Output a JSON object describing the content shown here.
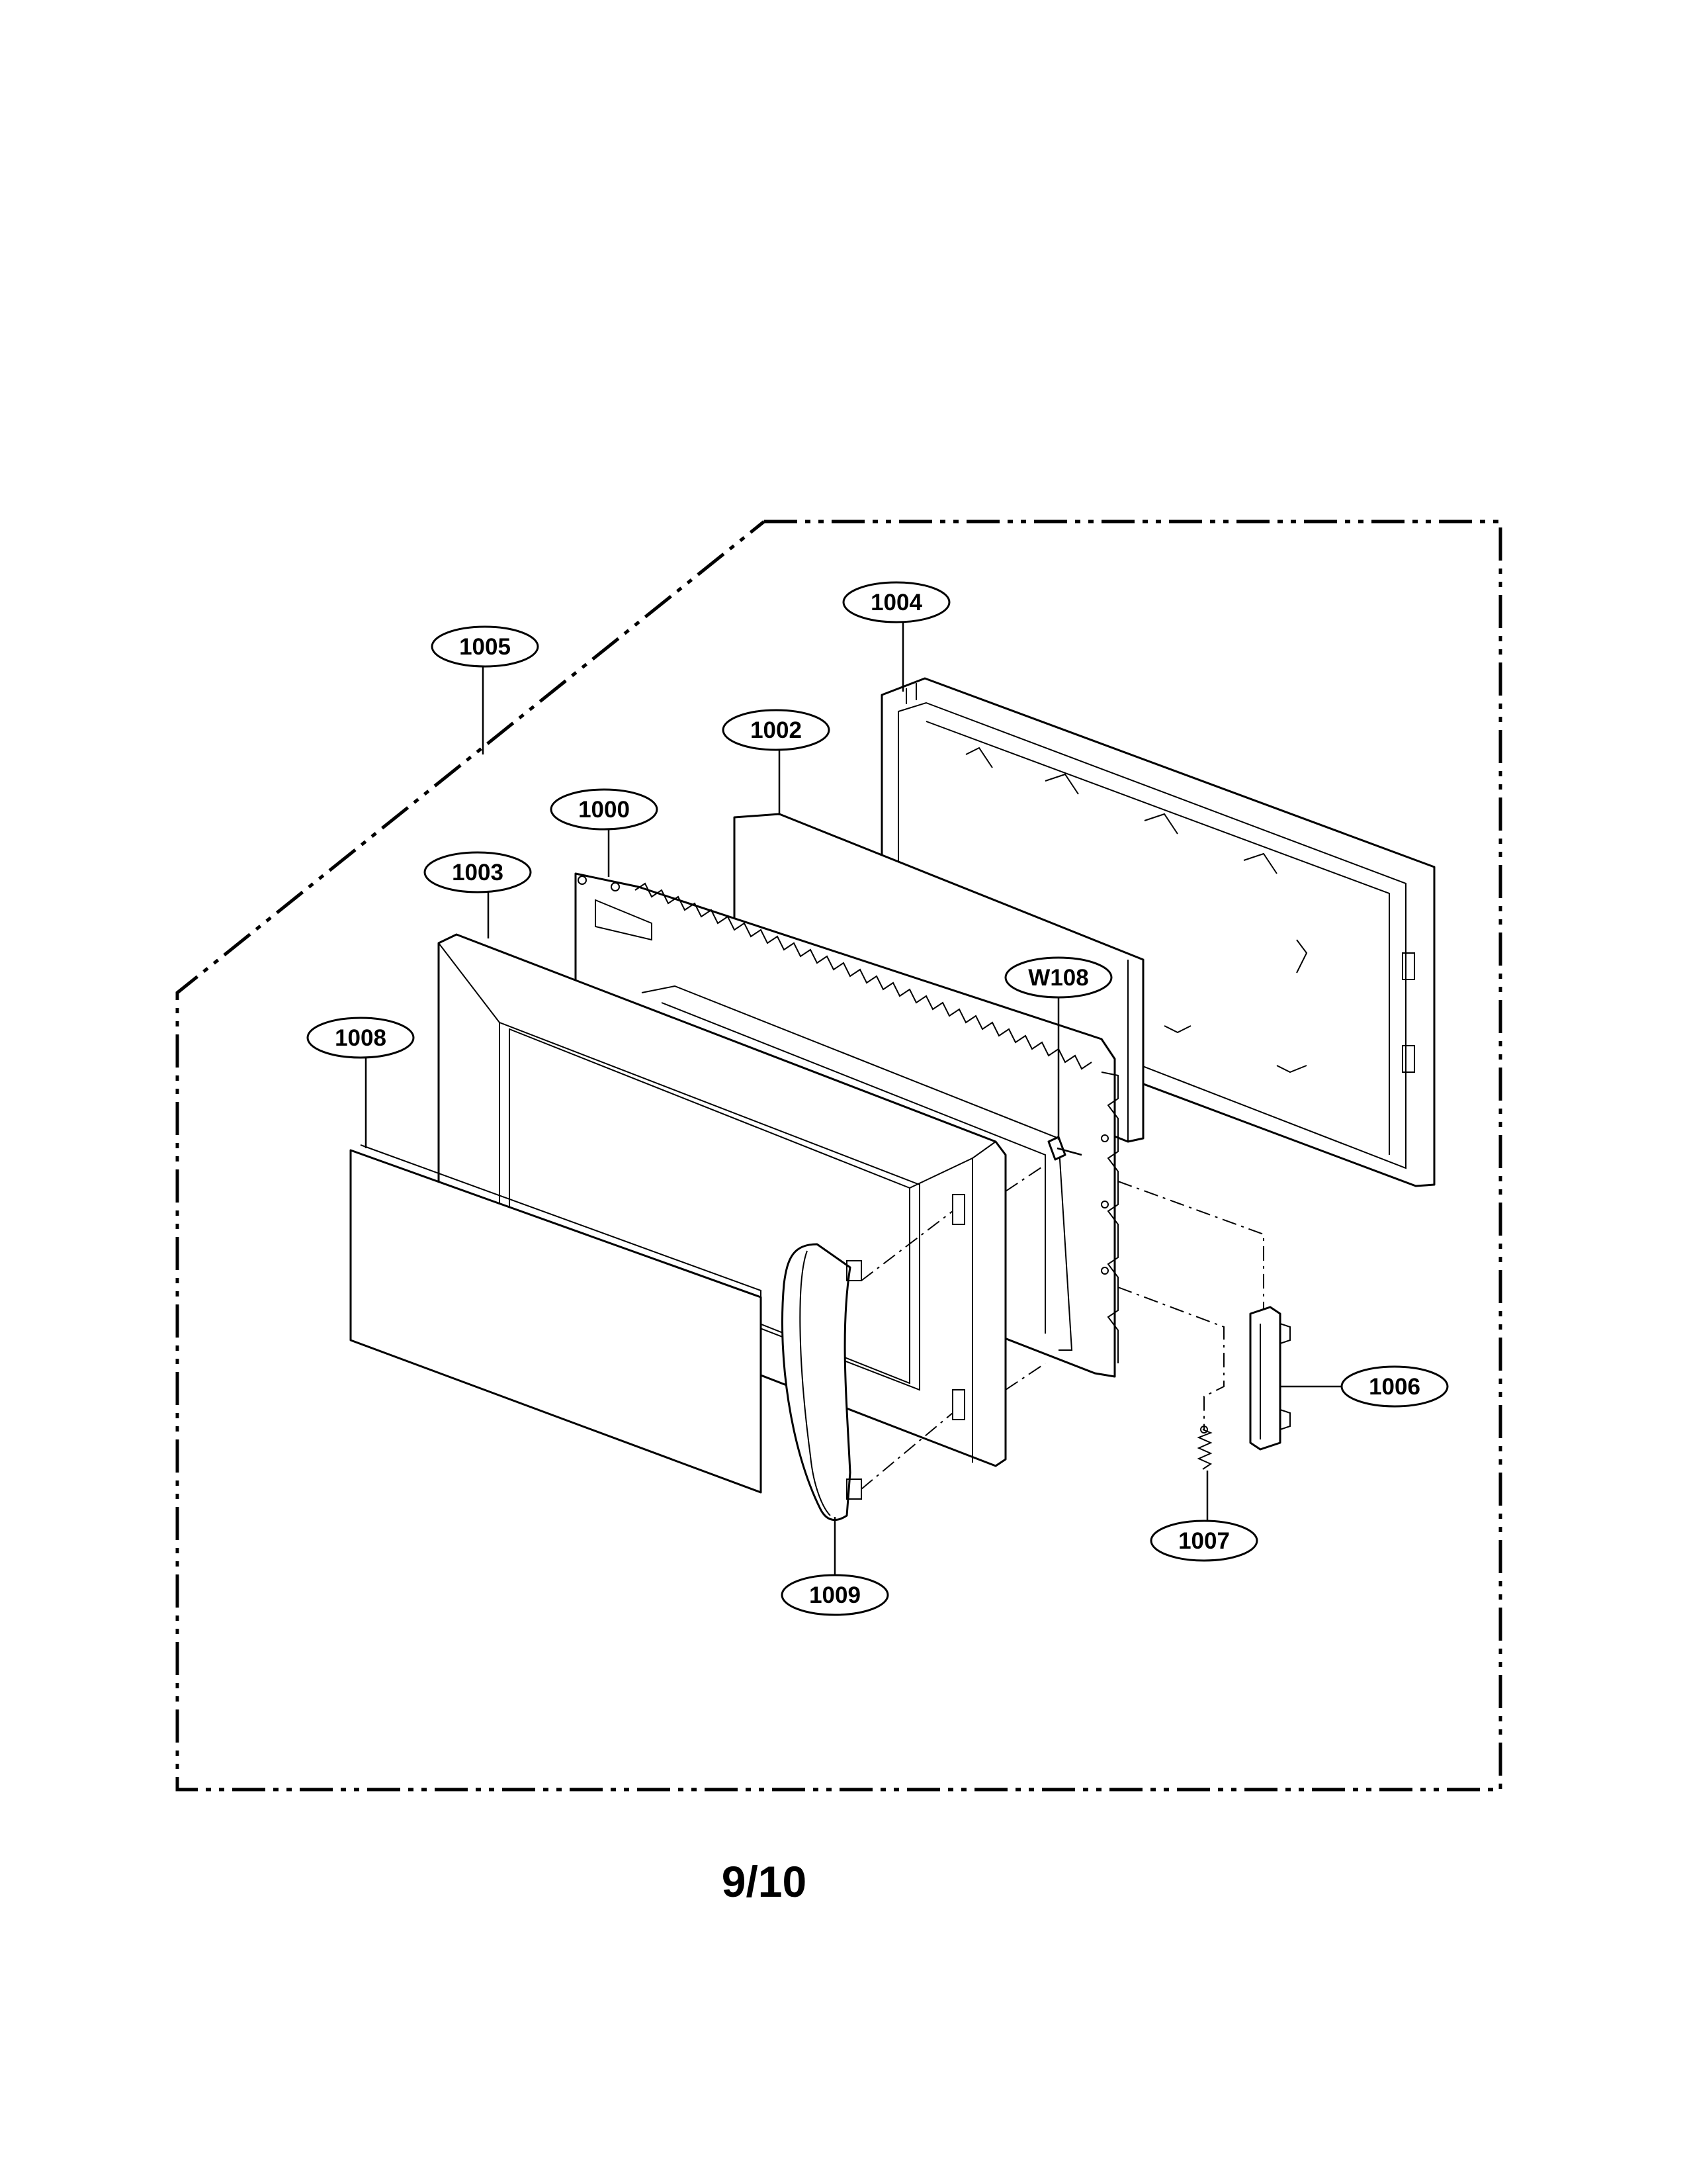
{
  "page_number": "9/10",
  "callouts": [
    {
      "id": "1004",
      "label": "1004"
    },
    {
      "id": "1005",
      "label": "1005"
    },
    {
      "id": "1002",
      "label": "1002"
    },
    {
      "id": "1000",
      "label": "1000"
    },
    {
      "id": "1003",
      "label": "1003"
    },
    {
      "id": "W108",
      "label": "W108"
    },
    {
      "id": "1008",
      "label": "1008"
    },
    {
      "id": "1006",
      "label": "1006"
    },
    {
      "id": "1007",
      "label": "1007"
    },
    {
      "id": "1009",
      "label": "1009"
    }
  ]
}
